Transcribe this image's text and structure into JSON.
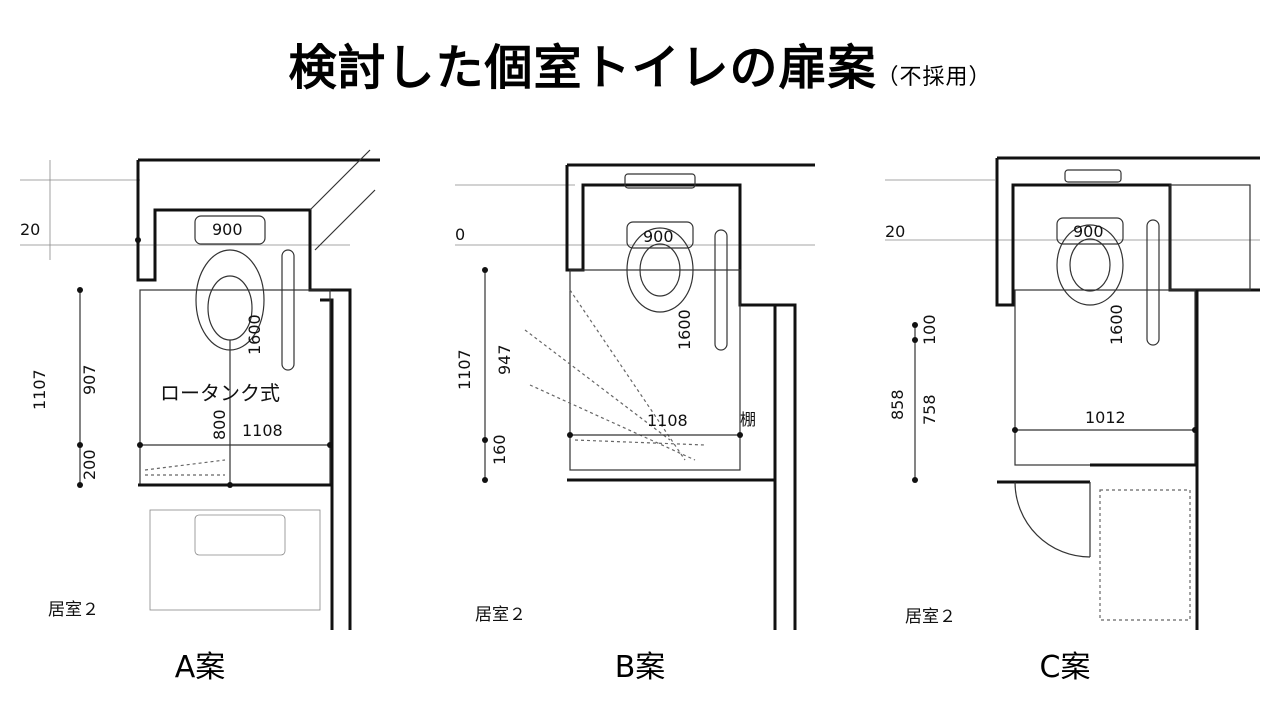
{
  "title": {
    "main": "検討した個室トイレの扉案",
    "sub": "（不採用）"
  },
  "plans": {
    "a": {
      "caption": "A案",
      "room_label": "居室２",
      "tank_note": "ロータンク式",
      "dims": {
        "toilet_w": "900",
        "depth": "1600",
        "width": "1108",
        "door": "907",
        "side": "800",
        "small": "200",
        "edge": "1107",
        "left_edge": "20"
      }
    },
    "b": {
      "caption": "B案",
      "room_label": "居室２",
      "shelf": "棚",
      "dims": {
        "toilet_w": "900",
        "depth": "1600",
        "width": "1108",
        "door": "947",
        "small": "160",
        "edge": "1107",
        "left_edge": "0"
      }
    },
    "c": {
      "caption": "C案",
      "room_label": "居室２",
      "dims": {
        "toilet_w": "900",
        "depth": "1600",
        "width": "1012",
        "door": "758",
        "small": "100",
        "edge": "858",
        "left_edge": "20"
      }
    }
  }
}
